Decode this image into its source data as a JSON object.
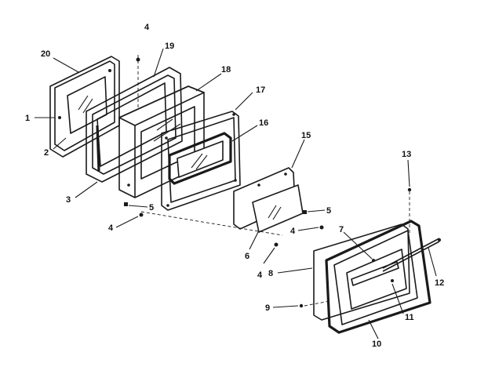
{
  "callouts": {
    "c1": "1",
    "c2": "2",
    "c3": "3",
    "c4a": "4",
    "c4b": "4",
    "c4c": "4",
    "c4d": "4",
    "c5a": "5",
    "c5b": "5",
    "c6": "6",
    "c7": "7",
    "c8": "8",
    "c9": "9",
    "c10": "10",
    "c11": "11",
    "c12": "12",
    "c13": "13",
    "c15": "15",
    "c16": "16",
    "c17": "17",
    "c18": "18",
    "c19": "19",
    "c20": "20"
  }
}
